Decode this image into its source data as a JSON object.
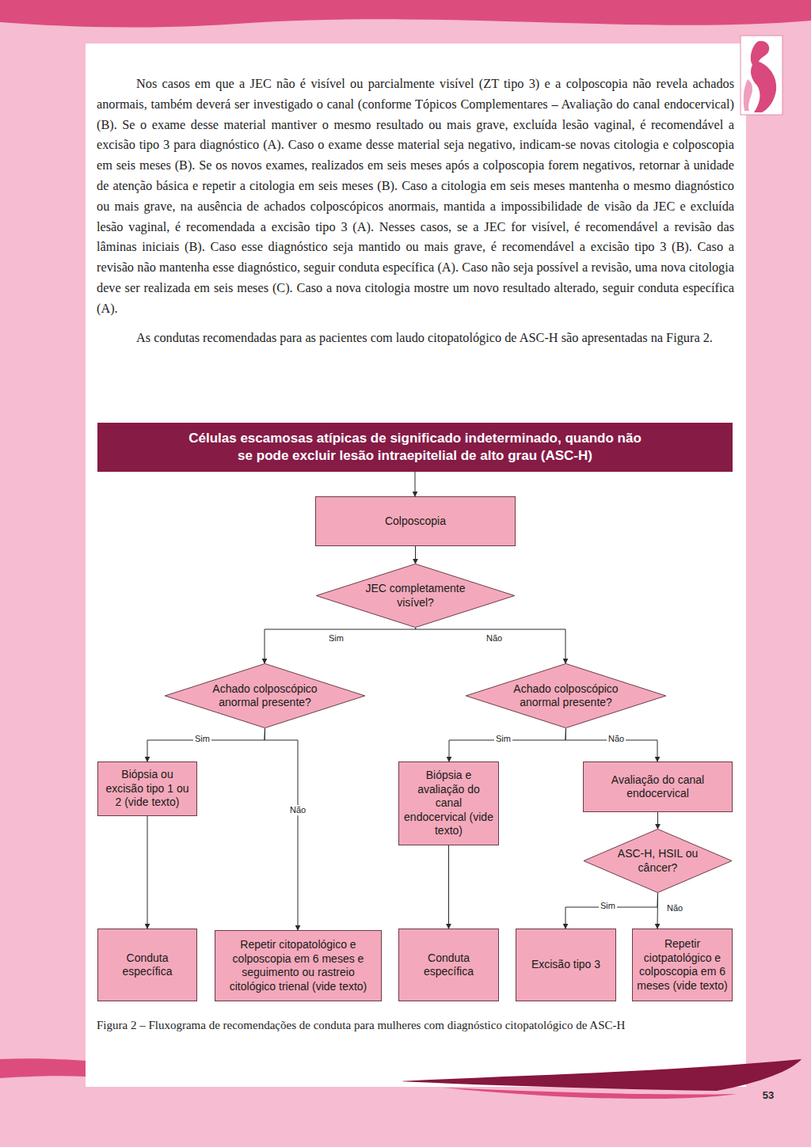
{
  "diagram": {
    "caption": "Figura 2 – Fluxograma de recomendações de conduta para mulheres com diagnóstico citopatológico de ASC-H",
    "nodes": [
      {
        "text": [
          "Células escamosas atípicas de significado indeterminado, quando não se pode excluir lesão intraepitelial de alto grau (ASC-H)"
        ]
      },
      {
        "text": [
          "Colposcopia"
        ]
      },
      {
        "text": [
          "JEC completamente visível?"
        ]
      },
      {
        "text": [
          "Achado colposcópico anormal presente?"
        ]
      },
      {
        "text": [
          "Achado colposcópico anormal presente?"
        ]
      },
      {
        "text": [
          "Biópsia ou excisão tipo 1 ou 2 (vide texto)"
        ]
      },
      {
        "text": [
          "Biópsia e avaliação do canal endocervical (vide texto)"
        ]
      },
      {
        "text": [
          "Avaliação do canal endocervical"
        ]
      },
      {
        "text": [
          "ASC-H, HSIL ou câncer?"
        ]
      },
      {
        "text": [
          "Conduta específica"
        ]
      },
      {
        "text": [
          "Repetir citopatológico e colposcopia em 6 meses e seguimento ou rastreio citológico trienal (vide texto)"
        ]
      },
      {
        "text": [
          "Conduta específica"
        ]
      },
      {
        "text": [
          "Excisão tipo 3"
        ]
      },
      {
        "text": [
          "Repetir ciotpatológico e colposcopia em 6 meses (vide texto)"
        ]
      }
    ],
    "edges": [
      {
        "from": 0,
        "to": 1,
        "arrow": "to"
      },
      {
        "from": 1,
        "to": 2,
        "arrow": "to"
      },
      {
        "from": 2,
        "to": 3,
        "label": "Sim",
        "arrow": "to"
      },
      {
        "from": 2,
        "to": 4,
        "label": "Não",
        "arrow": "to"
      },
      {
        "from": 3,
        "to": 5,
        "label": "Sim",
        "arrow": "to"
      },
      {
        "from": 3,
        "to": 10,
        "label": "Não",
        "arrow": "to"
      },
      {
        "from": 4,
        "to": 6,
        "label": "Sim",
        "arrow": "to"
      },
      {
        "from": 4,
        "to": 7,
        "label": "Não",
        "arrow": "to"
      },
      {
        "from": 5,
        "to": 9,
        "arrow": "to"
      },
      {
        "from": 6,
        "to": 11,
        "arrow": "to"
      },
      {
        "from": 7,
        "to": 8,
        "arrow": "to"
      },
      {
        "from": 8,
        "to": 12,
        "label": "Sim",
        "arrow": "to"
      },
      {
        "from": 8,
        "to": 13,
        "label": "Não",
        "arrow": "to"
      }
    ],
    "labels": [
      "Nos casos em que a JEC não é visível ou parcialmente visível (ZT tipo 3) e a colposcopia não revela achados anormais, também deverá ser investigado o canal (conforme Tópicos Complementares – Avaliação do canal endocervical) (B). Se o exame desse material mantiver o mesmo resultado ou mais grave, excluída lesão vaginal, é recomendável a excisão tipo 3 para diagnóstico (A). Caso o exame desse material seja negativo, indicam-se novas citologia e colposcopia em seis meses (B). Se os novos exames, realizados em seis meses após a colposcopia forem negativos, retornar à unidade de atenção básica e repetir a citologia em seis meses (B). Caso a citologia em seis meses mantenha o mesmo diagnóstico ou mais grave, na ausência de achados colposcópicos anormais, mantida a impossibilidade de visão da JEC e excluída lesão vaginal, é recomendada a excisão tipo 3 (A). Nesses casos, se a JEC for visível, é recomendável a revisão das lâminas iniciais (B). Caso esse diagnóstico seja mantido ou mais grave, é recomendável a excisão tipo 3 (B). Caso a revisão não mantenha esse diagnóstico, seguir conduta específica (A). Caso não seja possível a revisão, uma nova citologia deve ser realizada em seis meses (C). Caso a nova citologia mostre um novo resultado alterado, seguir conduta específica (A).",
      "As condutas recomendadas para as pacientes com laudo citopatológico de ASC-H são apresentadas na Figura 2.",
      "53"
    ]
  }
}
